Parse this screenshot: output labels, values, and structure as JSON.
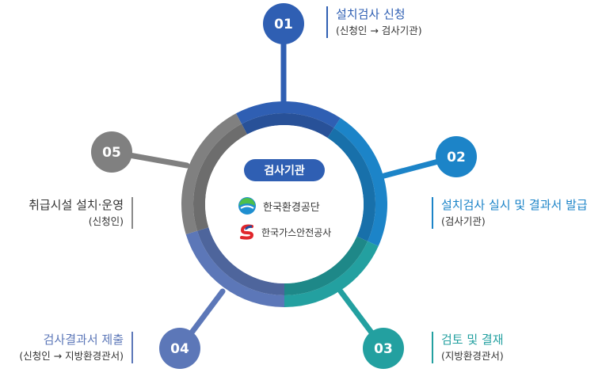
{
  "center": {
    "label": "검사기관",
    "orgs": [
      "한국환경공단",
      "한국가스안전공사"
    ]
  },
  "steps": [
    {
      "number": "01",
      "title": "설치검사 신청",
      "sub": "(신청인 → 검사기관)",
      "color": "#2f5fb3"
    },
    {
      "number": "02",
      "title": "설치검사 실시 및 결과서 발급",
      "sub": "(검사기관)",
      "color": "#1c84c8"
    },
    {
      "number": "03",
      "title": "검토 및 결재",
      "sub": "(지방환경관서)",
      "color": "#23a0a0"
    },
    {
      "number": "04",
      "title": "검사결과서 제출",
      "sub": "(신청인 → 지방환경관서)",
      "color": "#5c77b8"
    },
    {
      "number": "05",
      "title": "취급시설 설치·운영",
      "sub": "(신청인)",
      "color": "#808080"
    }
  ]
}
